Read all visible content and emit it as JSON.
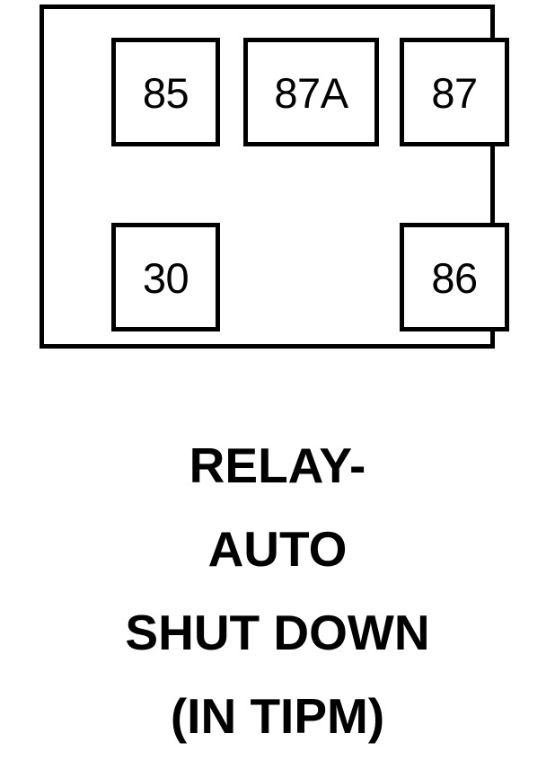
{
  "diagram": {
    "kind": "automotive-relay-pinout",
    "body_label": "relay-body",
    "terminals": [
      {
        "id": "85",
        "label": "85",
        "name": "terminal-85",
        "position": "top-left"
      },
      {
        "id": "87A",
        "label": "87A",
        "name": "terminal-87a",
        "position": "top-center"
      },
      {
        "id": "87",
        "label": "87",
        "name": "terminal-87",
        "position": "top-right"
      },
      {
        "id": "30",
        "label": "30",
        "name": "terminal-30",
        "position": "bottom-left"
      },
      {
        "id": "86",
        "label": "86",
        "name": "terminal-86",
        "position": "bottom-right"
      }
    ]
  },
  "caption": {
    "lines": [
      "RELAY-",
      "AUTO",
      "SHUT DOWN",
      "(IN TIPM)"
    ],
    "full_text": "RELAY- AUTO SHUT DOWN (IN TIPM)"
  },
  "colors": {
    "line": "#000000",
    "background": "#ffffff",
    "text": "#000000"
  }
}
